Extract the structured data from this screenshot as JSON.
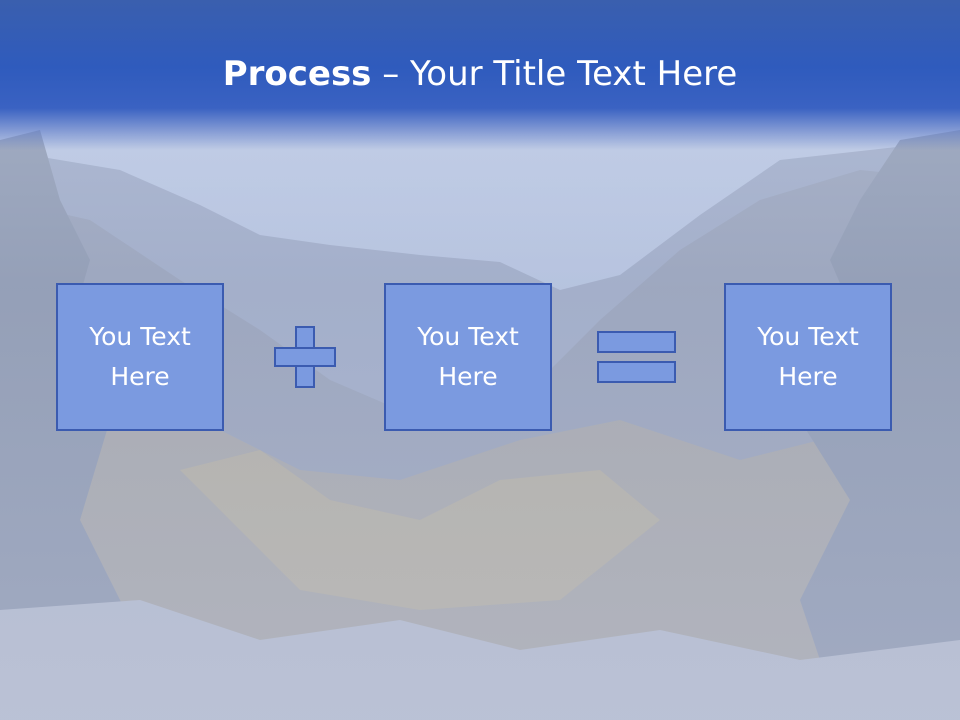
{
  "slide": {
    "title_bold": "Process",
    "title_rest": " – Your Title Text Here",
    "boxes": [
      {
        "text": "You Text\nHere"
      },
      {
        "text": "You Text\nHere"
      },
      {
        "text": "You Text\nHere"
      }
    ],
    "operators": [
      "plus-icon",
      "equals-icon"
    ]
  },
  "colors": {
    "title_band": "#2f5bbd",
    "box_fill": "#7b9ae0",
    "box_border": "#3b5bb0",
    "text": "#ffffff"
  }
}
